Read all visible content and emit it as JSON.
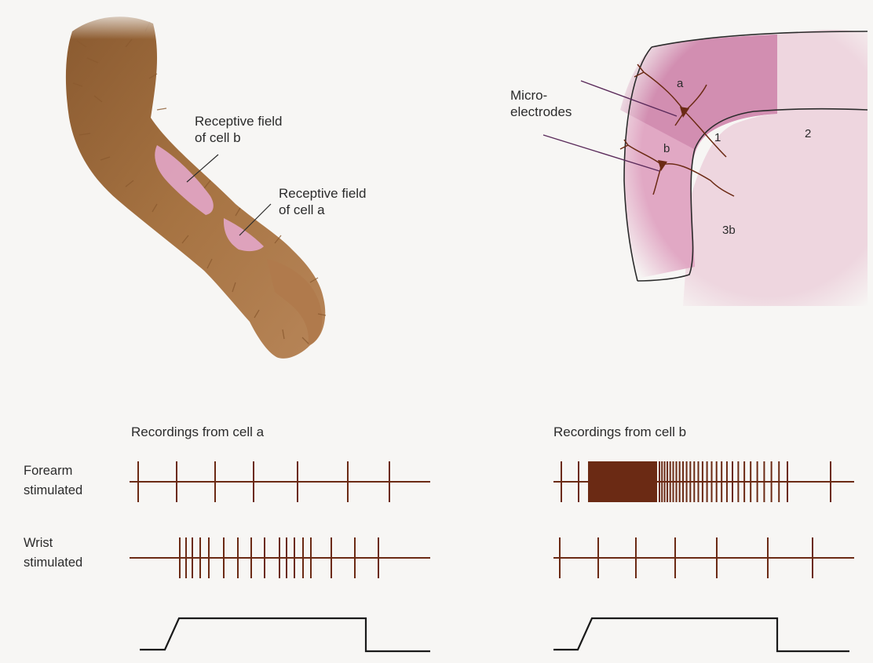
{
  "arm_labels": {
    "field_b": [
      "Receptive field",
      "of cell b"
    ],
    "field_a": [
      "Receptive field",
      "of cell a"
    ]
  },
  "cortex_labels": {
    "electrodes": [
      "Micro-",
      "electrodes"
    ],
    "cell_a": "a",
    "cell_b": "b",
    "area_1": "1",
    "area_2": "2",
    "area_3b": "3b"
  },
  "recordings": {
    "cell_a_title": "Recordings from cell a",
    "cell_b_title": "Recordings from cell b",
    "row_forearm": [
      "Forearm",
      "stimulated"
    ],
    "row_wrist": [
      "Wrist",
      "stimulated"
    ]
  },
  "colors": {
    "spike": "#6b2a14",
    "area_3b": "#e1a8c4",
    "area_1": "#cf8aae",
    "area_2": "#eed6df",
    "receptive_field": "#e6a9d0",
    "fur": "#9c6a3c"
  }
}
